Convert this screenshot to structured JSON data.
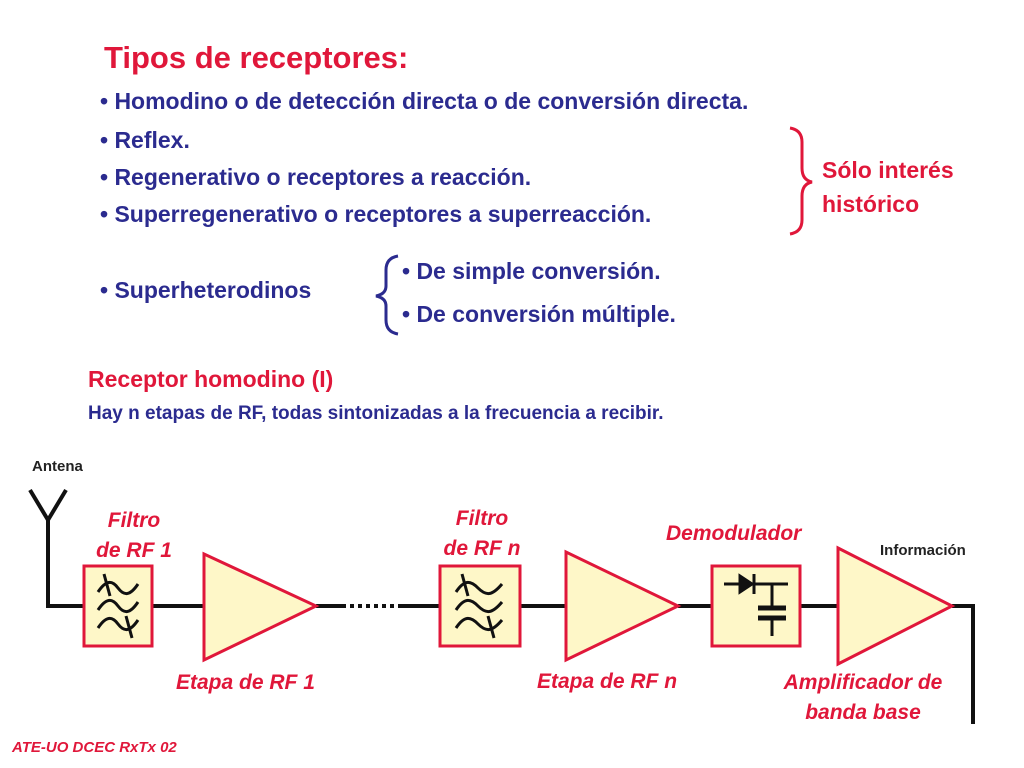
{
  "title": "Tipos de receptores:",
  "bullets": [
    "• Homodino o de detección directa o de conversión directa.",
    "• Reflex.",
    "• Regenerativo o receptores a reacción.",
    "• Superregenerativo o receptores a superreacción."
  ],
  "historic_note": [
    "Sólo interés",
    "histórico"
  ],
  "superhet": {
    "label": "• Superheterodinos",
    "options": [
      "• De simple conversión.",
      "• De conversión múltiple."
    ]
  },
  "section": {
    "title": "Receptor homodino (I)",
    "description": "Hay n etapas de RF, todas sintonizadas a la frecuencia a recibir."
  },
  "diagram": {
    "antenna_label": "Antena",
    "output_label": "Información",
    "filter1_label": [
      "Filtro",
      "de RF 1"
    ],
    "filtern_label": [
      "Filtro",
      "de RF n"
    ],
    "demod_label": "Demodulador",
    "stage1_label": "Etapa de RF 1",
    "stagen_label": "Etapa de RF n",
    "baseband_label": [
      "Amplificador de",
      "banda base"
    ],
    "block_fill": "#fef7c8",
    "block_stroke": "#e0173a"
  },
  "footer": "ATE-UO DCEC RxTx 02"
}
